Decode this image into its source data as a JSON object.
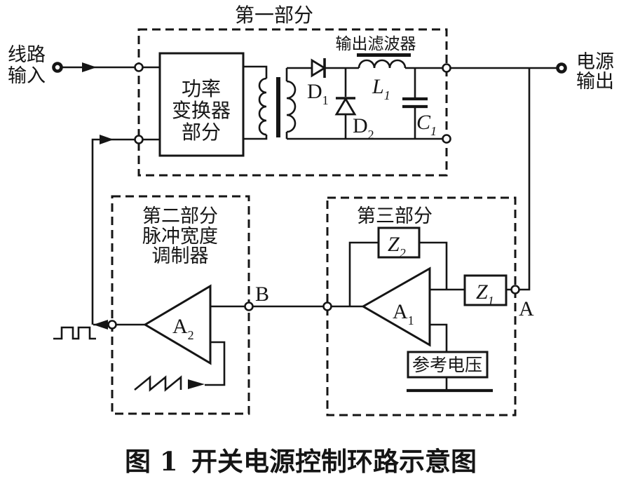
{
  "colors": {
    "ink": "#151515",
    "background": "#ffffff"
  },
  "caption": {
    "fig_label": "图 1",
    "title": "开关电源控制环路示意图"
  },
  "sections": {
    "part1": {
      "title": "第一部分"
    },
    "part2": {
      "line1": "第二部分",
      "line2": "脉冲宽度",
      "line3": "调制器"
    },
    "part3": {
      "title": "第三部分"
    }
  },
  "terminals": {
    "line_input": {
      "line1": "线路",
      "line2": "输入"
    },
    "power_output": {
      "line1": "电源",
      "line2": "输出"
    }
  },
  "blocks": {
    "power_converter": {
      "line1": "功率",
      "line2": "变换器",
      "line3": "部分"
    },
    "output_filter": {
      "label": "输出滤波器"
    },
    "reference_voltage": {
      "label": "参考电压"
    }
  },
  "components": {
    "d1": {
      "name": "D",
      "sub": "1"
    },
    "d2": {
      "name": "D",
      "sub": "2"
    },
    "l1": {
      "name": "L",
      "sub": "1"
    },
    "c1": {
      "name": "C",
      "sub": "1"
    },
    "z1": {
      "name": "Z",
      "sub": "1"
    },
    "z2": {
      "name": "Z",
      "sub": "2"
    },
    "a1": {
      "name": "A",
      "sub": "1"
    },
    "a2": {
      "name": "A",
      "sub": "2"
    }
  },
  "nodes": {
    "a": "A",
    "b": "B"
  }
}
